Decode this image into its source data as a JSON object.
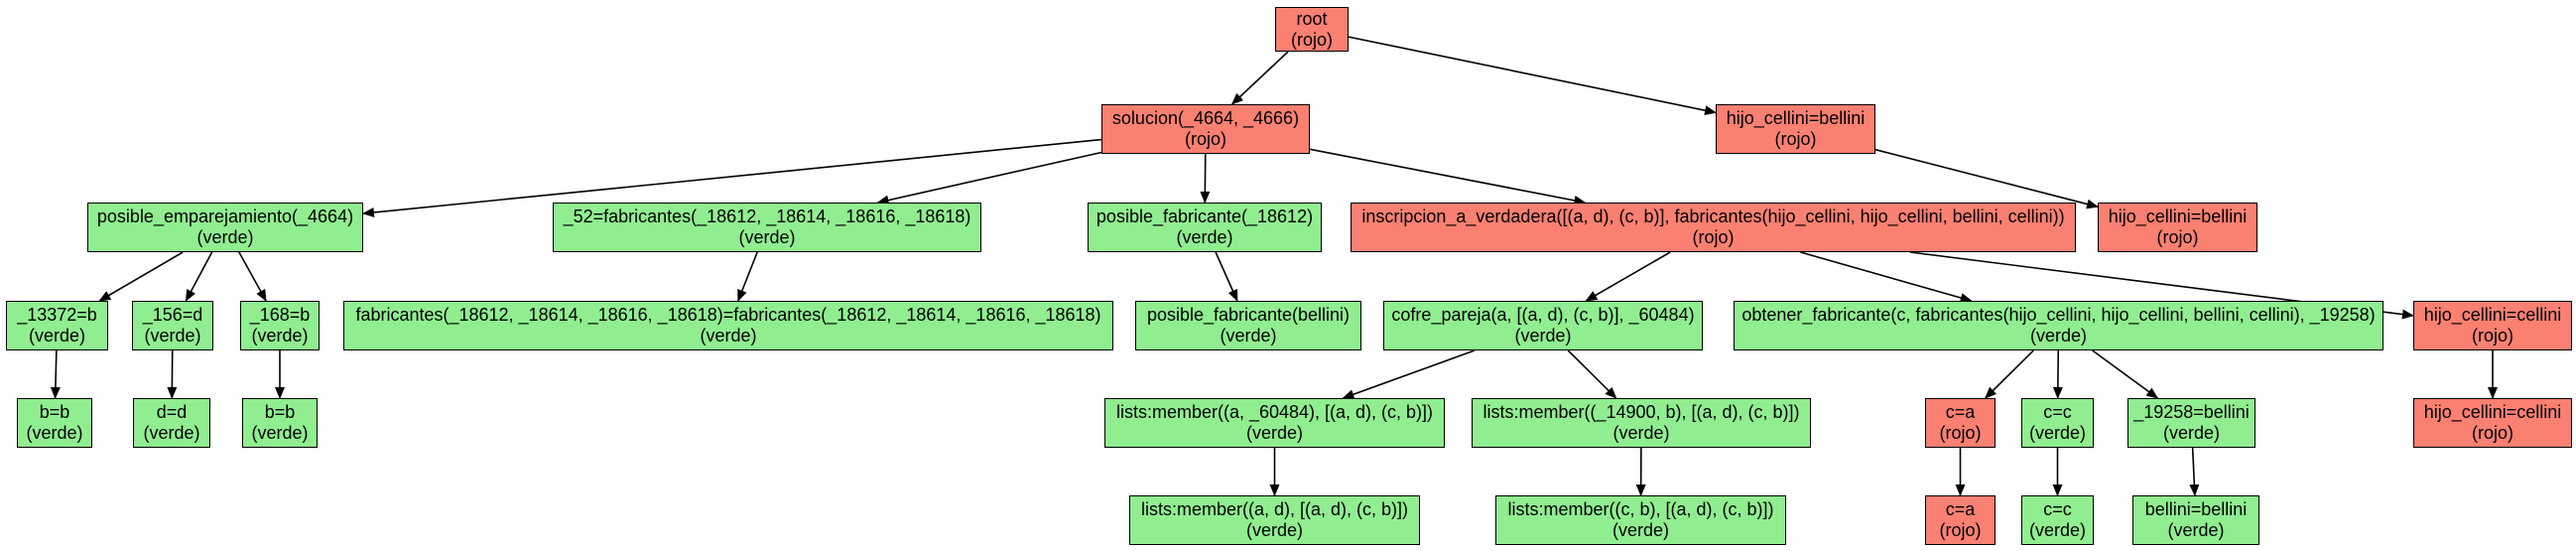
{
  "colors": {
    "rojo": "#fa8072",
    "verde": "#90ee90",
    "edge": "#000000",
    "background": "#ffffff"
  },
  "nodes": [
    {
      "id": "root",
      "label": "root",
      "status": "(rojo)",
      "color": "rojo"
    },
    {
      "id": "solucion",
      "label": "solucion(_4664, _4666)",
      "status": "(rojo)",
      "color": "rojo"
    },
    {
      "id": "hijo1",
      "label": "hijo_cellini=bellini",
      "status": "(rojo)",
      "color": "rojo"
    },
    {
      "id": "posible_emp",
      "label": "posible_emparejamiento(_4664)",
      "status": "(verde)",
      "color": "verde"
    },
    {
      "id": "fab52",
      "label": "_52=fabricantes(_18612, _18614, _18616, _18618)",
      "status": "(verde)",
      "color": "verde"
    },
    {
      "id": "posible_fab",
      "label": "posible_fabricante(_18612)",
      "status": "(verde)",
      "color": "verde"
    },
    {
      "id": "inscripcion",
      "label": "inscripcion_a_verdadera([(a, d), (c, b)], fabricantes(hijo_cellini, hijo_cellini, bellini, cellini))",
      "status": "(rojo)",
      "color": "rojo"
    },
    {
      "id": "hijo2",
      "label": "hijo_cellini=bellini",
      "status": "(rojo)",
      "color": "rojo"
    },
    {
      "id": "n13372",
      "label": "_13372=b",
      "status": "(verde)",
      "color": "verde"
    },
    {
      "id": "n156",
      "label": "_156=d",
      "status": "(verde)",
      "color": "verde"
    },
    {
      "id": "n168",
      "label": "_168=b",
      "status": "(verde)",
      "color": "verde"
    },
    {
      "id": "fab_eq",
      "label": "fabricantes(_18612, _18614, _18616, _18618)=fabricantes(_18612, _18614, _18616, _18618)",
      "status": "(verde)",
      "color": "verde"
    },
    {
      "id": "posible_fab_b",
      "label": "posible_fabricante(bellini)",
      "status": "(verde)",
      "color": "verde"
    },
    {
      "id": "cofre",
      "label": "cofre_pareja(a, [(a, d), (c, b)], _60484)",
      "status": "(verde)",
      "color": "verde"
    },
    {
      "id": "obtener",
      "label": "obtener_fabricante(c, fabricantes(hijo_cellini, hijo_cellini, bellini, cellini), _19258)",
      "status": "(verde)",
      "color": "verde"
    },
    {
      "id": "hijo3",
      "label": "hijo_cellini=cellini",
      "status": "(rojo)",
      "color": "rojo"
    },
    {
      "id": "bb1",
      "label": "b=b",
      "status": "(verde)",
      "color": "verde"
    },
    {
      "id": "dd",
      "label": "d=d",
      "status": "(verde)",
      "color": "verde"
    },
    {
      "id": "bb2",
      "label": "b=b",
      "status": "(verde)",
      "color": "verde"
    },
    {
      "id": "member1",
      "label": "lists:member((a, _60484), [(a, d), (c, b)])",
      "status": "(verde)",
      "color": "verde"
    },
    {
      "id": "member2",
      "label": "lists:member((_14900, b), [(a, d), (c, b)])",
      "status": "(verde)",
      "color": "verde"
    },
    {
      "id": "ca1",
      "label": "c=a",
      "status": "(rojo)",
      "color": "rojo"
    },
    {
      "id": "cc1",
      "label": "c=c",
      "status": "(verde)",
      "color": "verde"
    },
    {
      "id": "n19258",
      "label": "_19258=bellini",
      "status": "(verde)",
      "color": "verde"
    },
    {
      "id": "hijo4",
      "label": "hijo_cellini=cellini",
      "status": "(rojo)",
      "color": "rojo"
    },
    {
      "id": "member3",
      "label": "lists:member((a, d), [(a, d), (c, b)])",
      "status": "(verde)",
      "color": "verde"
    },
    {
      "id": "member4",
      "label": "lists:member((c, b), [(a, d), (c, b)])",
      "status": "(verde)",
      "color": "verde"
    },
    {
      "id": "ca2",
      "label": "c=a",
      "status": "(rojo)",
      "color": "rojo"
    },
    {
      "id": "cc2",
      "label": "c=c",
      "status": "(verde)",
      "color": "verde"
    },
    {
      "id": "bellini_eq",
      "label": "bellini=bellini",
      "status": "(verde)",
      "color": "verde"
    }
  ],
  "edges": [
    {
      "from": "root",
      "to": "solucion"
    },
    {
      "from": "root",
      "to": "hijo1"
    },
    {
      "from": "solucion",
      "to": "posible_emp"
    },
    {
      "from": "solucion",
      "to": "fab52"
    },
    {
      "from": "solucion",
      "to": "posible_fab"
    },
    {
      "from": "solucion",
      "to": "inscripcion"
    },
    {
      "from": "hijo1",
      "to": "hijo2"
    },
    {
      "from": "posible_emp",
      "to": "n13372"
    },
    {
      "from": "posible_emp",
      "to": "n156"
    },
    {
      "from": "posible_emp",
      "to": "n168"
    },
    {
      "from": "fab52",
      "to": "fab_eq"
    },
    {
      "from": "posible_fab",
      "to": "posible_fab_b"
    },
    {
      "from": "inscripcion",
      "to": "cofre"
    },
    {
      "from": "inscripcion",
      "to": "obtener"
    },
    {
      "from": "inscripcion",
      "to": "hijo3"
    },
    {
      "from": "n13372",
      "to": "bb1"
    },
    {
      "from": "n156",
      "to": "dd"
    },
    {
      "from": "n168",
      "to": "bb2"
    },
    {
      "from": "cofre",
      "to": "member1"
    },
    {
      "from": "cofre",
      "to": "member2"
    },
    {
      "from": "obtener",
      "to": "ca1"
    },
    {
      "from": "obtener",
      "to": "cc1"
    },
    {
      "from": "obtener",
      "to": "n19258"
    },
    {
      "from": "hijo3",
      "to": "hijo4"
    },
    {
      "from": "member1",
      "to": "member3"
    },
    {
      "from": "member2",
      "to": "member4"
    },
    {
      "from": "ca1",
      "to": "ca2"
    },
    {
      "from": "cc1",
      "to": "cc2"
    },
    {
      "from": "n19258",
      "to": "bellini_eq"
    }
  ]
}
